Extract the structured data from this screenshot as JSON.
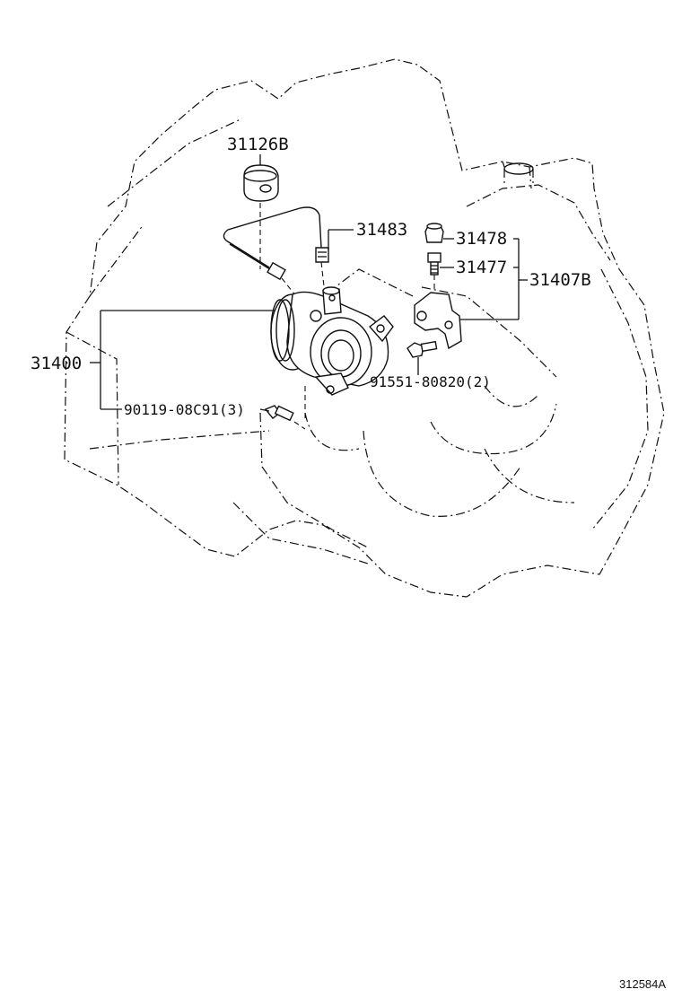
{
  "diagram": {
    "reference_code": "312584A",
    "callouts": {
      "c31126B": "31126B",
      "c31483": "31483",
      "c31478": "31478",
      "c31477": "31477",
      "c31407B": "31407B",
      "c31400": "31400",
      "c91551": "91551-80820(2)",
      "c90119": "90119-08C91(3)"
    }
  }
}
